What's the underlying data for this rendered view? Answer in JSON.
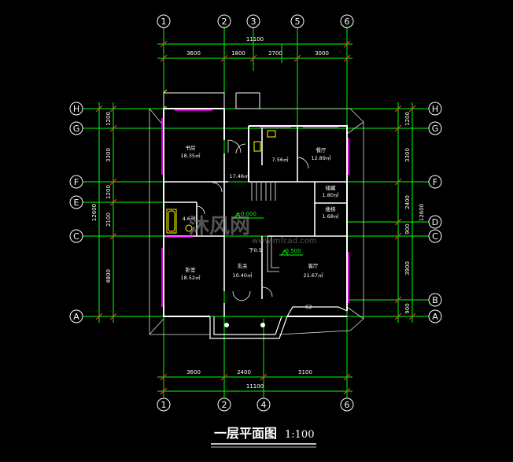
{
  "drawing": {
    "title": "一层平面图",
    "scale": "1:100",
    "top_total": "11100",
    "top_dims": [
      "3600",
      "1800",
      "2700",
      "3000"
    ],
    "bottom_total": "11100",
    "bottom_dims": [
      "3600",
      "2400",
      "5100"
    ],
    "left_total": "12600",
    "left_dims": [
      "1200",
      "3300",
      "1200",
      "2100",
      "4800"
    ],
    "right_total": "12600",
    "right_dims": [
      "1200",
      "3300",
      "2400",
      "900",
      "3900",
      "900"
    ],
    "top_axes": [
      "1",
      "2",
      "3",
      "5",
      "6"
    ],
    "bottom_axes": [
      "1",
      "2",
      "4",
      "6"
    ],
    "left_axes": [
      "H",
      "G",
      "F",
      "E",
      "C",
      "A"
    ],
    "right_axes": [
      "H",
      "G",
      "F",
      "D",
      "C",
      "B",
      "A"
    ],
    "rooms": [
      {
        "name": "书房",
        "area": "18.35㎡"
      },
      {
        "name": "",
        "area": "17.46㎡"
      },
      {
        "name": "",
        "area": "7.56㎡"
      },
      {
        "name": "餐厅",
        "area": "12.89㎡"
      },
      {
        "name": "储藏",
        "area": "1.80㎡"
      },
      {
        "name": "楼梯",
        "area": "1.68㎡"
      },
      {
        "name": "",
        "area": "4.6㎡"
      },
      {
        "name": "卧室",
        "area": "18.52㎡"
      },
      {
        "name": "玄关",
        "area": "10.40㎡"
      },
      {
        "name": "客厅",
        "area": "21.67㎡"
      }
    ],
    "levels": [
      "±0.000",
      "-0.500"
    ],
    "labels": {
      "down": "下0.5",
      "window": "C2"
    }
  },
  "watermark": {
    "brand": "沐风网",
    "url": "www.mfcad.com"
  },
  "colors": {
    "background": "#000000",
    "grid": "#00ff00",
    "wall": "#ffffff",
    "magenta": "#ff00ff",
    "yellow": "#ffff00",
    "cyan": "#00ffff",
    "red": "#ff3030"
  }
}
